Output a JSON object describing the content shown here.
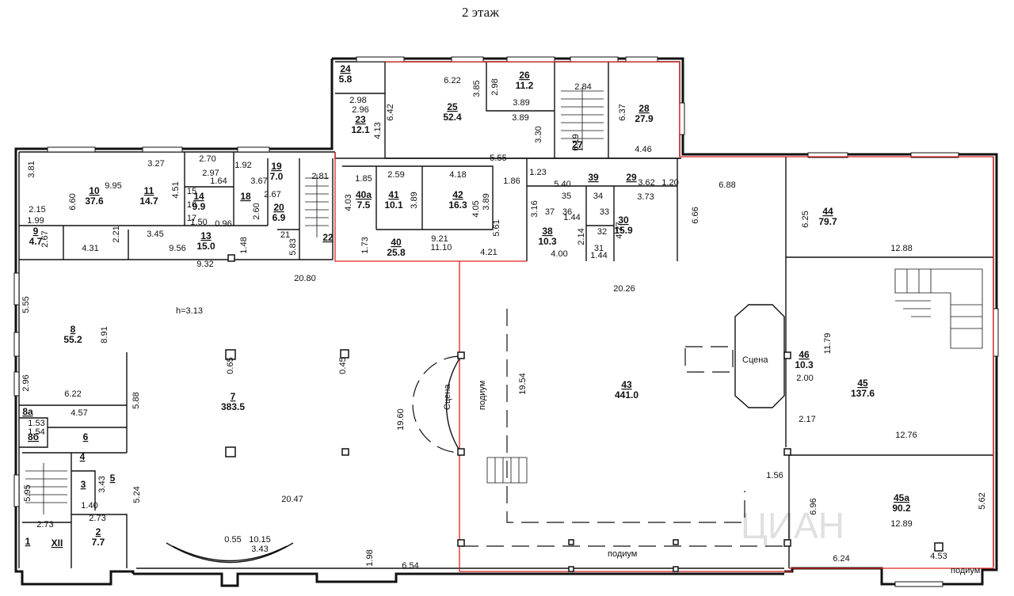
{
  "title": "2 этаж",
  "watermark": "ЦИАН",
  "rooms": [
    {
      "num": "24",
      "area": "5.8"
    },
    {
      "num": "26",
      "area": "11.2"
    },
    {
      "num": "25",
      "area": "52.4"
    },
    {
      "num": "28",
      "area": "27.9"
    },
    {
      "num": "23",
      "area": "12.1"
    },
    {
      "num": "27",
      "area": ""
    },
    {
      "num": "10",
      "area": "37.6"
    },
    {
      "num": "11",
      "area": "14.7"
    },
    {
      "num": "14",
      "area": "9.9"
    },
    {
      "num": "18",
      "area": ""
    },
    {
      "num": "19",
      "area": "7.0"
    },
    {
      "num": "20",
      "area": "6.9"
    },
    {
      "num": "13",
      "area": "15.0"
    },
    {
      "num": "22",
      "area": ""
    },
    {
      "num": "40a",
      "area": "7.5"
    },
    {
      "num": "41",
      "area": "10.1"
    },
    {
      "num": "42",
      "area": "16.3"
    },
    {
      "num": "40",
      "area": "25.8"
    },
    {
      "num": "39",
      "area": ""
    },
    {
      "num": "29",
      "area": ""
    },
    {
      "num": "38",
      "area": "10.3"
    },
    {
      "num": "30",
      "area": "15.9"
    },
    {
      "num": "44",
      "area": "79.7"
    },
    {
      "num": "9",
      "area": "4.7"
    },
    {
      "num": "8",
      "area": "55.2"
    },
    {
      "num": "7",
      "area": "383.5"
    },
    {
      "num": "43",
      "area": "441.0"
    },
    {
      "num": "46",
      "area": "10.3"
    },
    {
      "num": "45",
      "area": "137.6"
    },
    {
      "num": "45a",
      "area": "90.2"
    },
    {
      "num": "2",
      "area": "7.7"
    }
  ],
  "small_rooms": [
    "15",
    "16",
    "17",
    "21",
    "35",
    "34",
    "37",
    "36",
    "33",
    "32",
    "31",
    "8a",
    "8б",
    "6",
    "4",
    "3",
    "5",
    "1",
    "XII"
  ],
  "labels": {
    "height": "h=3.13",
    "stage": "Сцена",
    "podium": "подиум"
  },
  "dimensions": [
    "2.96",
    "6.22",
    "3.85",
    "2.98",
    "3.89",
    "6.42",
    "4.13",
    "3.89",
    "3.30",
    "2.84",
    "6.19",
    "6.37",
    "4.46",
    "2.98",
    "3.81",
    "9.95",
    "3.27",
    "6.60",
    "4.51",
    "2.70",
    "2.97",
    "1.64",
    "1.92",
    "3.67",
    "2.67",
    "2.81",
    "1.50",
    "2.60",
    "0.96",
    "2.15",
    "1.99",
    "2.67",
    "4.31",
    "2.21",
    "3.45",
    "9.56",
    "1.48",
    "5.83",
    "1.85",
    "2.59",
    "4.18",
    "5.55",
    "1.86",
    "1.23",
    "5.40",
    "3.62",
    "1.20",
    "6.88",
    "6.66",
    "4.03",
    "3.89",
    "4.05",
    "3.89",
    "5.61",
    "3.16",
    "1.44",
    "2.14",
    "4.27",
    "3.73",
    "6.25",
    "1.73",
    "9.21",
    "11.10",
    "4.21",
    "4.00",
    "1.44",
    "12.88",
    "9.32",
    "20.80",
    "20.26",
    "5.55",
    "8.91",
    "2.96",
    "6.22",
    "5.88",
    "4.57",
    "1.53",
    "1.54",
    "19.60",
    "19.54",
    "11.79",
    "2.00",
    "12.76",
    "2.17",
    "5.24",
    "3.43",
    "1.40",
    "2.73",
    "5.95",
    "2.73",
    "20.47",
    "10.15",
    "3.43",
    "1.98",
    "6.54",
    "1.56",
    "6.96",
    "5.62",
    "12.89",
    "6.24",
    "4.53",
    "0.65",
    "0.45",
    "0.55"
  ]
}
